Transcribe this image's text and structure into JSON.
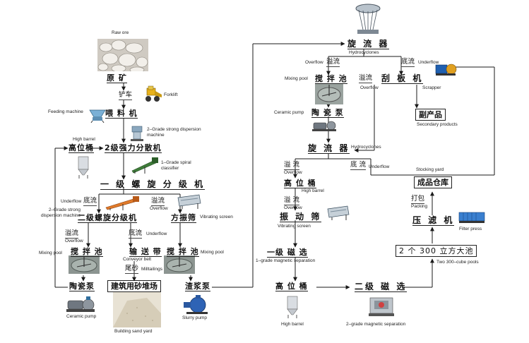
{
  "nodes": {
    "raw_ore": {
      "label": "原 矿",
      "en": "Raw ore"
    },
    "forklift": {
      "label": "铲车",
      "en": "Forklift"
    },
    "feeding_machine": {
      "label": "喂 料 机",
      "en": "Feeding machine"
    },
    "high_barrel_1": {
      "label": "高位桶",
      "en": "High barrel"
    },
    "dispersion_machine": {
      "label": "2级强力分散机",
      "en": "2–Grade strong dispersion machine"
    },
    "spiral_classifier_1": {
      "label": "一 级 螺 旋 分 级 机",
      "en": "1–Grade spiral classifier"
    },
    "dispersion_machine_2_en": {
      "en": "2–Grade strong dispersion machine"
    },
    "spiral_classifier_2": {
      "label": "二级螺旋分级机"
    },
    "vibrating_screen_1": {
      "label": "方振筛",
      "en": "Vibrating screen"
    },
    "mixing_pool_left": {
      "label": "搅 拌 池",
      "en": "Mixing pool"
    },
    "conveyor_belt": {
      "label": "输 送 带",
      "en": "Conveyor belt"
    },
    "mixing_pool_right": {
      "label": "搅 拌 池",
      "en": "Mixing pool"
    },
    "ceramic_pump_1": {
      "label": "陶瓷泵",
      "en": "Ceramic pump"
    },
    "building_sand_yard": {
      "label": "建筑用砂堆场",
      "en": "Building sand yard"
    },
    "slurry_pump": {
      "label": "渣浆泵",
      "en": "Slurry pump"
    },
    "hydrocyclones_top": {
      "label": "旋 流 器",
      "en": "Hydrocyclones"
    },
    "mixing_pool_2": {
      "label": "搅 拌 池",
      "en": "Mixing pool"
    },
    "scrapper": {
      "label": "刮 板 机",
      "en": "Scrapper"
    },
    "ceramic_pump_2": {
      "label": "陶 瓷 泵",
      "en": "Ceramic pump"
    },
    "secondary_products": {
      "label": "副产品",
      "en": "Secondary products"
    },
    "hydrocyclones_2": {
      "label": "旋 流 器",
      "en": "Hydrocyclones"
    },
    "high_barrel_2": {
      "label": "高 位 桶",
      "en": "High barrel"
    },
    "vibrating_screen_2": {
      "label": "振 动 筛",
      "en": "Vibrating screen"
    },
    "stocking_yard": {
      "label": "成品仓库",
      "en": "Stocking yard"
    },
    "packing": {
      "label": "打包",
      "en": "Packing"
    },
    "filter_press": {
      "label": "压 滤 机",
      "en": "Filter press"
    },
    "pools": {
      "label": "2 个 300 立方大池",
      "en": "Two 300–cube pools"
    },
    "mag_sep_1": {
      "label": "一级 磁 选",
      "en": "1–grade magnetic separation"
    },
    "high_barrel_3": {
      "label": "高 位 桶",
      "en": "High barrel"
    },
    "mag_sep_2": {
      "label": "二级 磁 选",
      "en": "2–grade magnetic separation"
    }
  },
  "flow_labels": {
    "overflow_cn": "溢流",
    "overflow_en": "Overflow",
    "underflow_cn": "底流",
    "underflow_en": "Underflow",
    "tailings_cn": "尾砂",
    "tailings_en": "Milltailings",
    "overflow_long_cn": "溢 流",
    "underflow_long_cn": "底 流"
  },
  "colors": {
    "line": "#1a1a1a",
    "text": "#111111"
  }
}
